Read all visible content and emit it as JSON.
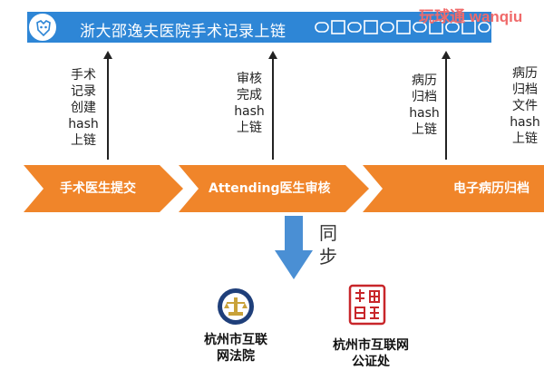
{
  "header": {
    "title": "浙大邵逸夫医院手术记录上链",
    "watermark": "玩球通 wanqiu",
    "colors": {
      "bar": "#2e86d6",
      "chain": "#ffffff"
    }
  },
  "upload_labels": [
    "手术\n记录\n创建\nhash\n上链",
    "审核\n完成\nhash\n上链",
    "病历\n归档\nhash\n上链",
    "病历\n归档\n文件\nhash\n上链"
  ],
  "steps": [
    {
      "label": "手术医生提交"
    },
    {
      "label": "Attending医生审核"
    },
    {
      "label": "电子病历归档"
    }
  ],
  "step_color": "#f0852a",
  "sync_label": "同\n步",
  "sync_color": "#4a8fd4",
  "destinations": [
    {
      "label": "杭州市互联\n网法院",
      "icon": "court-emblem-icon"
    },
    {
      "label": "杭州市互联网\n公证处",
      "icon": "notary-seal-icon"
    }
  ]
}
